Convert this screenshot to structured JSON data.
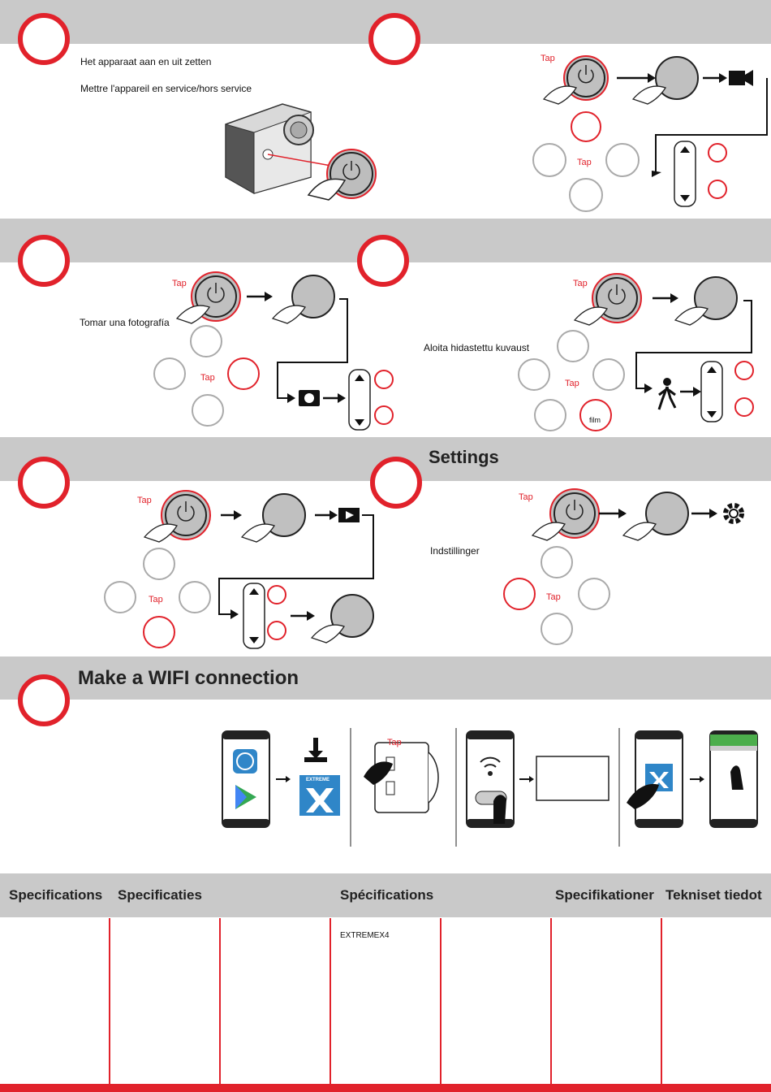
{
  "sections": {
    "power": {
      "line1": "Het apparaat aan en uit zetten",
      "line2": "Mettre l'appareil en service/hors service"
    },
    "photo": {
      "label": "Tomar una fotografía"
    },
    "slowmo": {
      "label": "Aloita hidastettu kuvaust",
      "film_label": "film"
    },
    "settings": {
      "title": "Settings",
      "label": "Indstillinger"
    },
    "wifi": {
      "title": "Make a WIFI connection",
      "app_logo_text": "EXTREME"
    }
  },
  "tap_label": "Tap",
  "specs": {
    "headers": [
      "Specifications",
      "Specificaties",
      "Spécifications",
      "Specifikationer",
      "Tekniset tiedot"
    ],
    "model": "EXTREMEX4"
  },
  "colors": {
    "accent": "#e1222b",
    "band": "#c9c9c9",
    "app_blue": "#2f86c8",
    "status_green": "#4cae4c"
  }
}
